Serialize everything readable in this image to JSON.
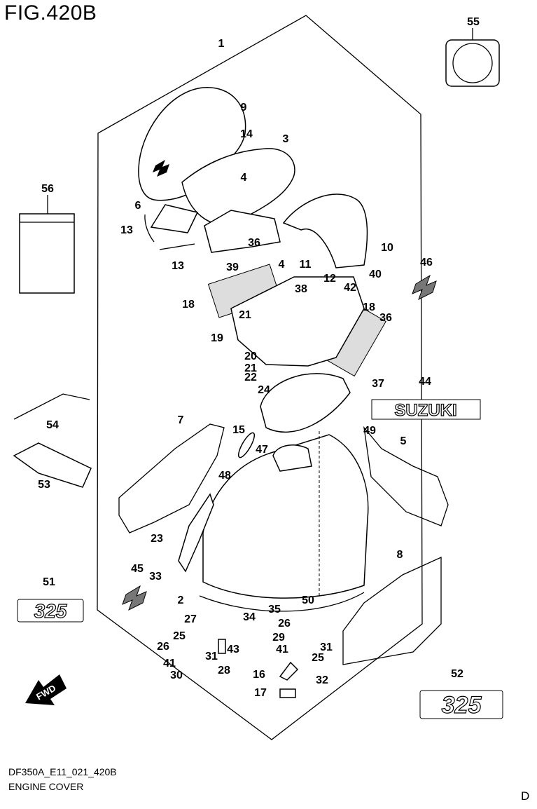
{
  "figure": {
    "title": "FIG.420B",
    "code": "DF350A_E11_021_420B",
    "name": "ENGINE COVER",
    "corner_mark": "D"
  },
  "emblems": {
    "suzuki_text": "SUZUKI",
    "model_number": "325",
    "fwd_arrow": "FWD"
  },
  "callouts": [
    "1",
    "55",
    "9",
    "14",
    "3",
    "56",
    "4",
    "6",
    "13",
    "13",
    "36",
    "4",
    "11",
    "10",
    "39",
    "12",
    "40",
    "46",
    "42",
    "38",
    "18",
    "21",
    "18",
    "36",
    "19",
    "20",
    "21",
    "22",
    "37",
    "44",
    "24",
    "7",
    "54",
    "15",
    "49",
    "5",
    "47",
    "48",
    "53",
    "23",
    "8",
    "45",
    "33",
    "51",
    "2",
    "50",
    "35",
    "34",
    "27",
    "26",
    "25",
    "29",
    "26",
    "31",
    "43",
    "41",
    "31",
    "25",
    "28",
    "41",
    "30",
    "16",
    "32",
    "52",
    "17"
  ]
}
